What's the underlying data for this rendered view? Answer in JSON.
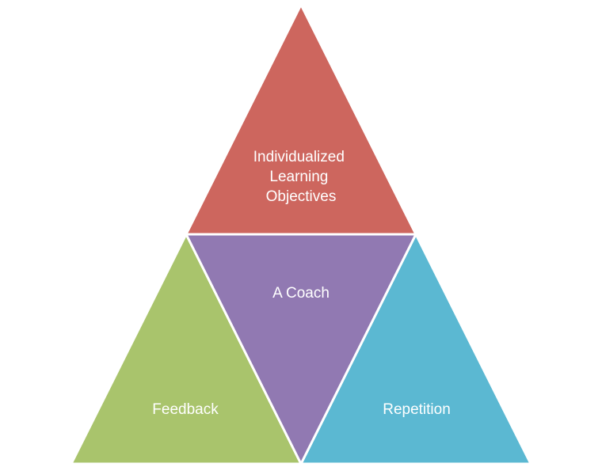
{
  "diagram": {
    "top": {
      "lines": [
        "Individualized",
        "Learning",
        "Objectives"
      ],
      "color": "#CD665E"
    },
    "center": {
      "label": "A Coach",
      "color": "#9179B2"
    },
    "left": {
      "label": "Feedback",
      "color": "#A9C46C"
    },
    "right": {
      "label": "Repetition",
      "color": "#5BB8D2"
    },
    "outline_color": "#FFFFFF"
  }
}
